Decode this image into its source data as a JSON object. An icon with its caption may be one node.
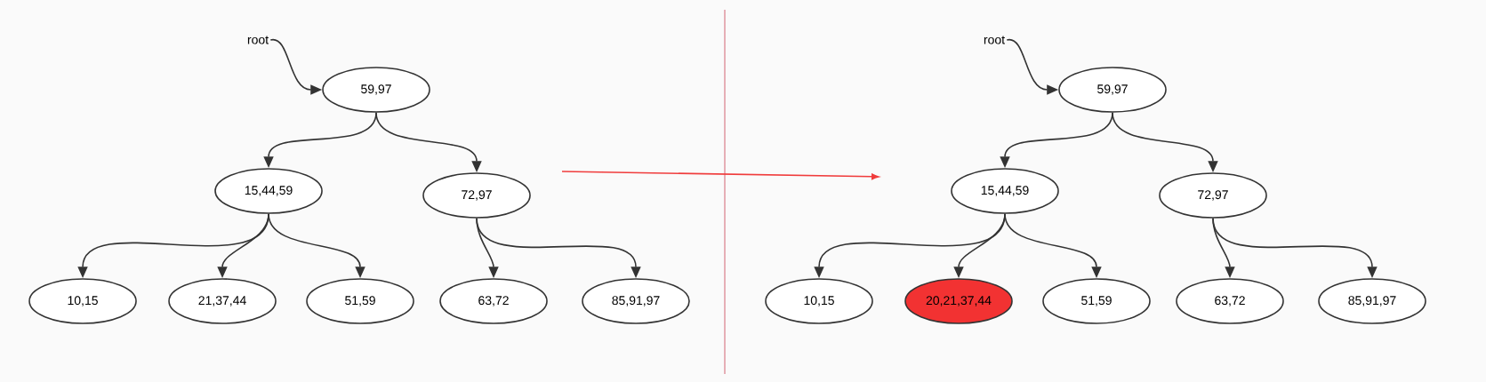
{
  "diagram": {
    "nodes": [
      {
        "text": [
          "root"
        ]
      },
      {
        "text": [
          "59,97"
        ]
      },
      {
        "text": [
          "15,44,59"
        ]
      },
      {
        "text": [
          "72,97"
        ]
      },
      {
        "text": [
          "10,15"
        ]
      },
      {
        "text": [
          "21,37,44"
        ]
      },
      {
        "text": [
          "51,59"
        ]
      },
      {
        "text": [
          "63,72"
        ]
      },
      {
        "text": [
          "85,91,97"
        ]
      },
      {
        "text": [
          "root"
        ]
      },
      {
        "text": [
          "59,97"
        ]
      },
      {
        "text": [
          "15,44,59"
        ]
      },
      {
        "text": [
          "72,97"
        ]
      },
      {
        "text": [
          "10,15"
        ]
      },
      {
        "text": [
          "20,21,37,44"
        ]
      },
      {
        "text": [
          "51,59"
        ]
      },
      {
        "text": [
          "63,72"
        ]
      },
      {
        "text": [
          "85,91,97"
        ]
      }
    ],
    "edges": [
      {
        "from": 0,
        "to": 1,
        "arrow": "to"
      },
      {
        "from": 1,
        "to": 2,
        "arrow": "to"
      },
      {
        "from": 1,
        "to": 3,
        "arrow": "to"
      },
      {
        "from": 2,
        "to": 4,
        "arrow": "to"
      },
      {
        "from": 2,
        "to": 5,
        "arrow": "to"
      },
      {
        "from": 2,
        "to": 6,
        "arrow": "to"
      },
      {
        "from": 3,
        "to": 7,
        "arrow": "to"
      },
      {
        "from": 3,
        "to": 8,
        "arrow": "to"
      },
      {
        "from": 9,
        "to": 10,
        "arrow": "to"
      },
      {
        "from": 10,
        "to": 11,
        "arrow": "to"
      },
      {
        "from": 10,
        "to": 12,
        "arrow": "to"
      },
      {
        "from": 11,
        "to": 13,
        "arrow": "to"
      },
      {
        "from": 11,
        "to": 14,
        "arrow": "to"
      },
      {
        "from": 11,
        "to": 15,
        "arrow": "to"
      },
      {
        "from": 12,
        "to": 16,
        "arrow": "to"
      },
      {
        "from": 12,
        "to": 17,
        "arrow": "to"
      }
    ]
  }
}
